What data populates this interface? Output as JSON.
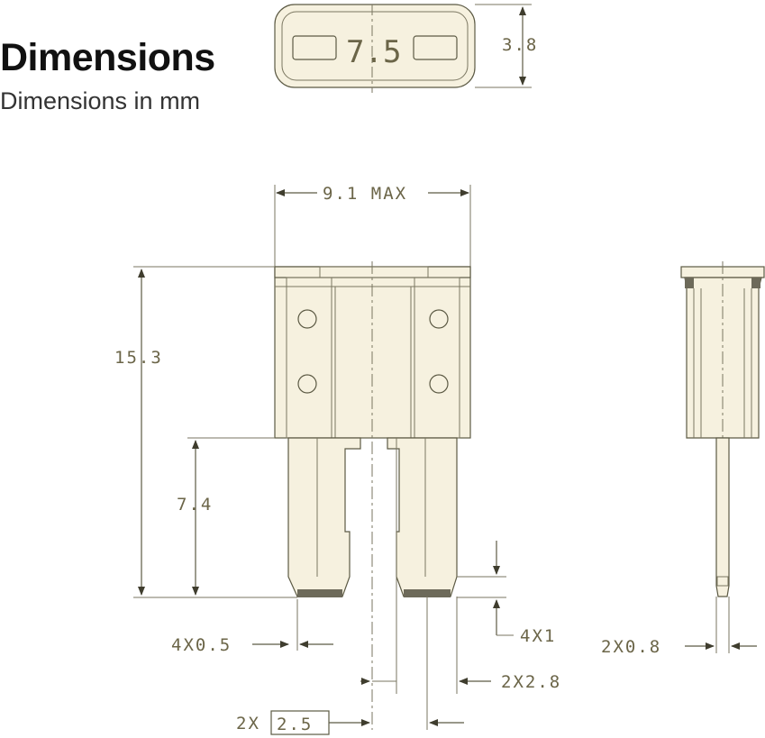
{
  "header": {
    "title": "Dimensions",
    "subtitle": "Dimensions in mm"
  },
  "top_view": {
    "fuse_rating": "7.5",
    "depth_label": "3.8"
  },
  "front_view": {
    "width_label": "9.1 MAX",
    "height_label": "15.3",
    "blade_length_label": "7.4",
    "tip_width_label": "4X0.5",
    "tip_height_label": "4X1",
    "blade_width_label": "2X2.8",
    "pitch_prefix": "2X",
    "pitch_value": "2.5"
  },
  "side_view": {
    "blade_thickness_label": "2X0.8"
  },
  "colors": {
    "line": "#5c5a44",
    "body_fill": "#f6f1df",
    "text": "#6b6548",
    "heading": "#111111"
  }
}
